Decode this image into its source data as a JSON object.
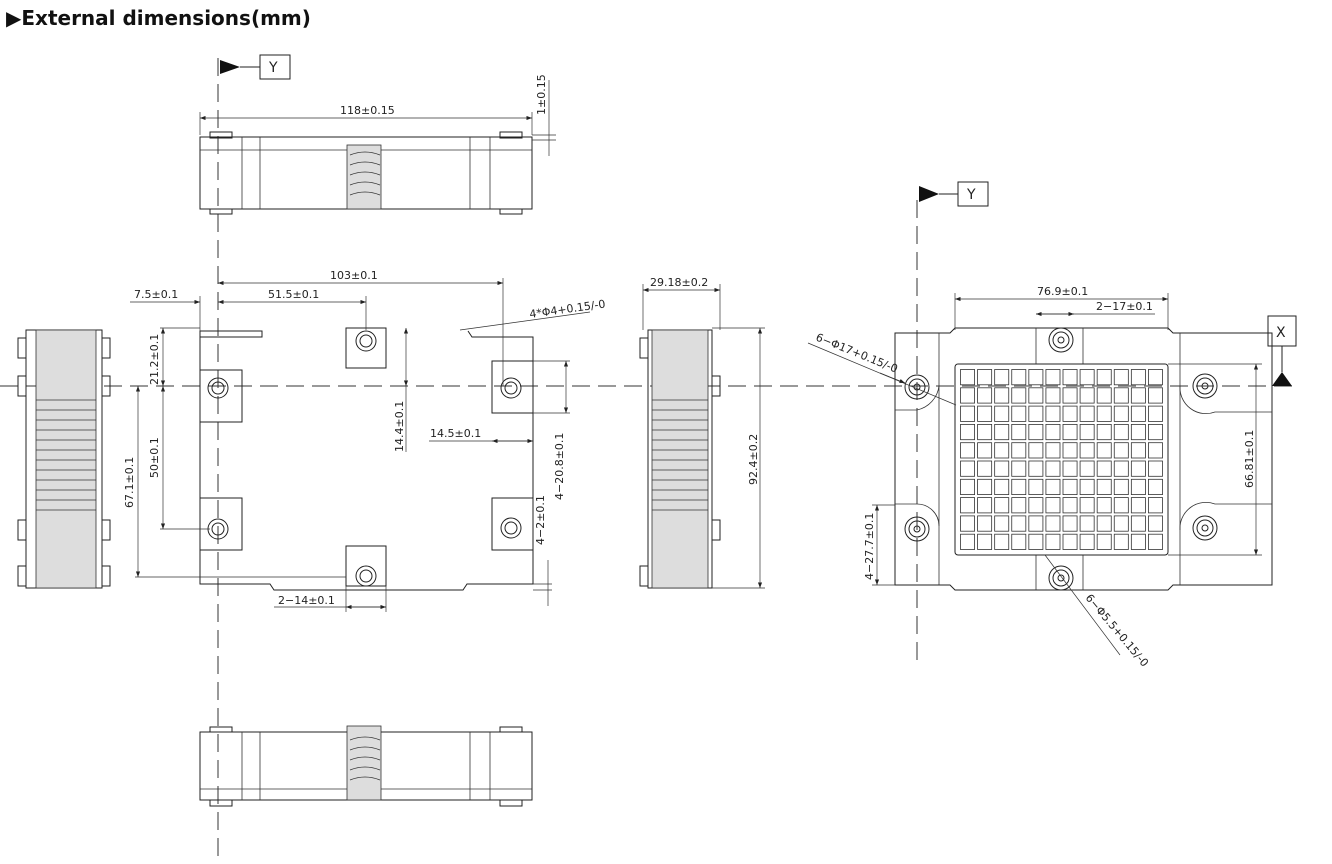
{
  "title": "▶External dimensions(mm)",
  "axis_labels": {
    "y": "Y",
    "x": "X"
  },
  "top_view": {
    "width": "118±0.15",
    "gap": "1±0.15"
  },
  "main_view": {
    "width": "103±0.1",
    "left_offset": "7.5±0.1",
    "half_width": "51.5±0.1",
    "hole": "4*Φ4+0.15/-0",
    "top_offset": "21.2±0.1",
    "center_to_top": "14.4±0.1",
    "right_inset": "14.5±0.1",
    "pad_height": "4−20.8±0.1",
    "hole_pitch": "50±0.1",
    "height": "67.1±0.1",
    "step": "4−2±0.1",
    "pad_width": "2−14±0.1"
  },
  "side_view": {
    "thickness": "29.18±0.2",
    "length": "92.4±0.2"
  },
  "right_view": {
    "width": "76.9±0.1",
    "pad_width": "2−17±0.1",
    "boss": "6−Φ17+0.15/-0",
    "height": "66.81±0.1",
    "pad_height": "4−27.7±0.1",
    "hole": "6−Φ5.5+0.15/-0",
    "grid_cols": 12,
    "grid_rows": 10
  }
}
